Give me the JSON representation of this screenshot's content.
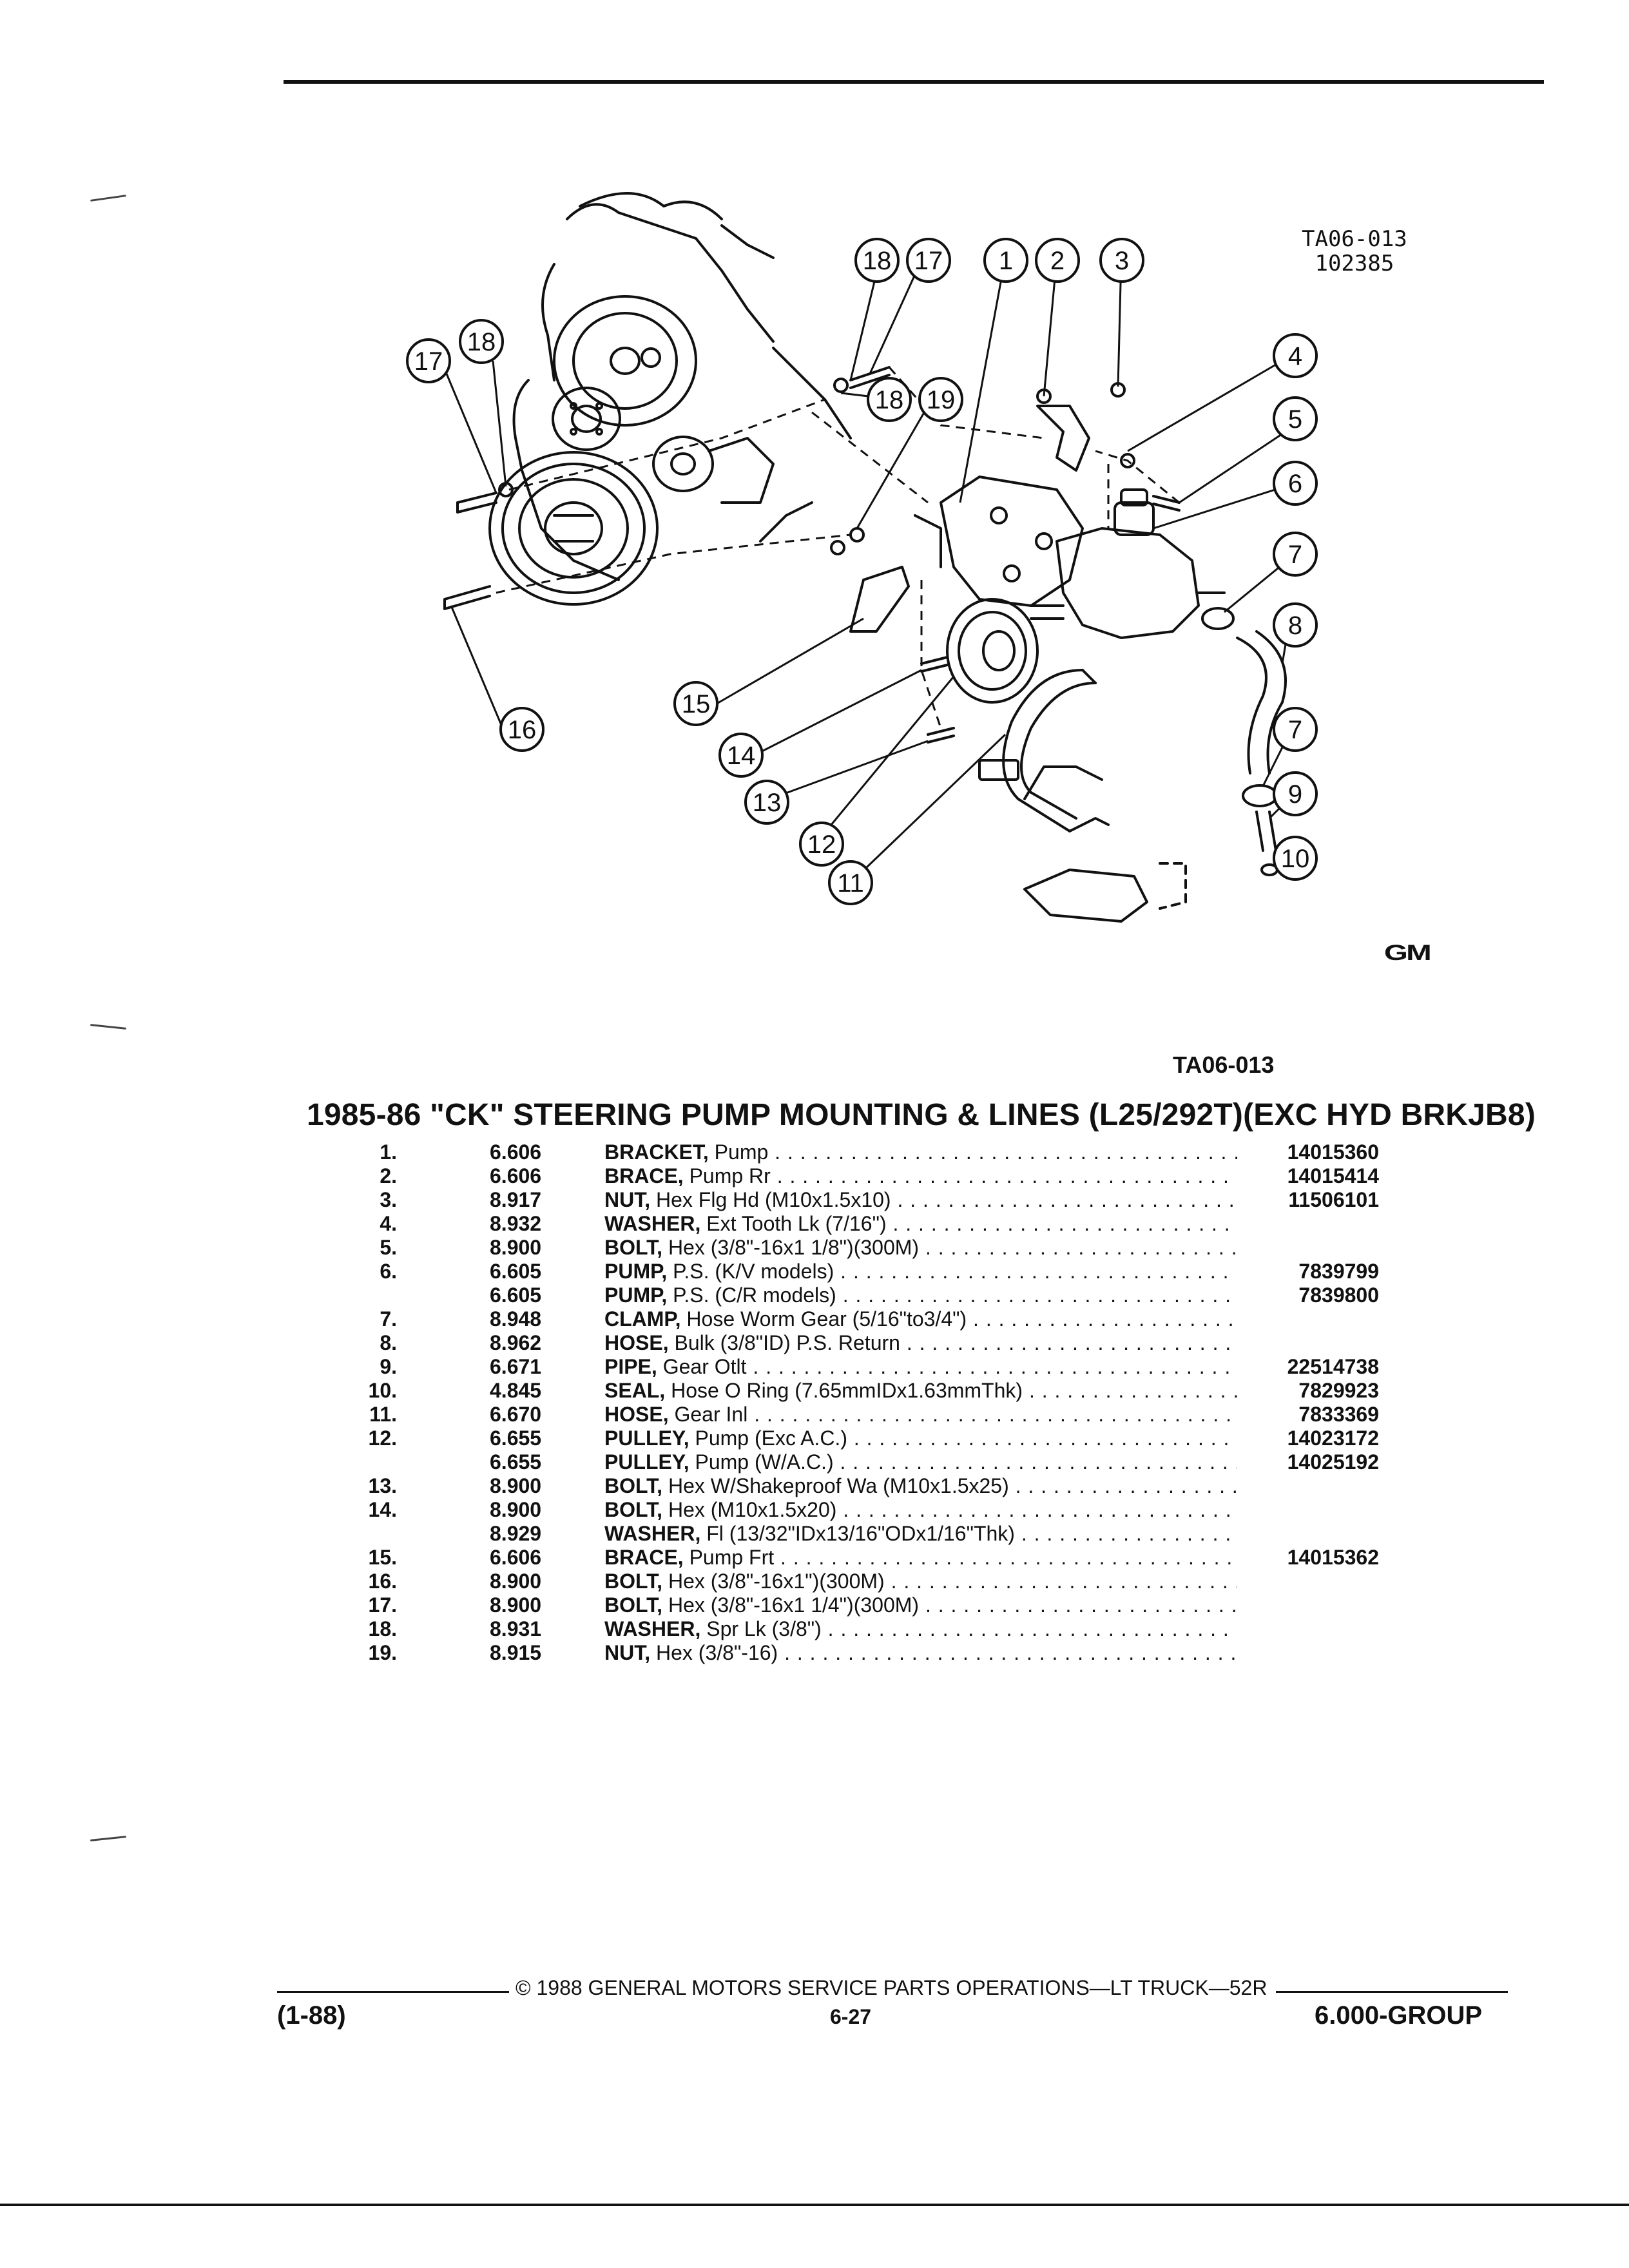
{
  "figure": {
    "code_top_line1": "TA06-013",
    "code_top_line2": "102385",
    "reference": "TA06-013",
    "logo": "GM",
    "callouts": [
      "18",
      "17",
      "1",
      "2",
      "3",
      "17",
      "18",
      "4",
      "5",
      "18",
      "19",
      "6",
      "7",
      "8",
      "16",
      "15",
      "14",
      "13",
      "12",
      "11",
      "7",
      "9",
      "10"
    ]
  },
  "title": "1985-86 \"CK\" STEERING PUMP MOUNTING & LINES (L25/292T)(EXC HYD BRKJB8)",
  "parts": [
    {
      "num": "1.",
      "code": "6.606",
      "name": "BRACKET,",
      "detail": " Pump",
      "part": "14015360"
    },
    {
      "num": "2.",
      "code": "6.606",
      "name": "BRACE,",
      "detail": " Pump Rr",
      "part": "14015414"
    },
    {
      "num": "3.",
      "code": "8.917",
      "name": "NUT,",
      "detail": " Hex Flg Hd (M10x1.5x10)",
      "part": "11506101"
    },
    {
      "num": "4.",
      "code": "8.932",
      "name": "WASHER,",
      "detail": " Ext Tooth Lk (7/16\")",
      "part": ""
    },
    {
      "num": "5.",
      "code": "8.900",
      "name": "BOLT,",
      "detail": " Hex (3/8\"-16x1 1/8\")(300M)",
      "part": ""
    },
    {
      "num": "6.",
      "code": "6.605",
      "name": "PUMP,",
      "detail": " P.S. (K/V models)",
      "part": "7839799"
    },
    {
      "num": "",
      "code": "6.605",
      "name": "PUMP,",
      "detail": " P.S. (C/R models)",
      "part": "7839800"
    },
    {
      "num": "7.",
      "code": "8.948",
      "name": "CLAMP,",
      "detail": " Hose Worm Gear (5/16\"to3/4\")",
      "part": ""
    },
    {
      "num": "8.",
      "code": "8.962",
      "name": "HOSE,",
      "detail": " Bulk (3/8\"ID) P.S. Return",
      "part": ""
    },
    {
      "num": "9.",
      "code": "6.671",
      "name": "PIPE,",
      "detail": " Gear Otlt",
      "part": "22514738"
    },
    {
      "num": "10.",
      "code": "4.845",
      "name": "SEAL,",
      "detail": " Hose O Ring (7.65mmIDx1.63mmThk)",
      "part": "7829923"
    },
    {
      "num": "11.",
      "code": "6.670",
      "name": "HOSE,",
      "detail": " Gear Inl",
      "part": "7833369"
    },
    {
      "num": "12.",
      "code": "6.655",
      "name": "PULLEY,",
      "detail": " Pump (Exc A.C.)",
      "part": "14023172"
    },
    {
      "num": "",
      "code": "6.655",
      "name": "PULLEY,",
      "detail": " Pump (W/A.C.)",
      "part": "14025192"
    },
    {
      "num": "13.",
      "code": "8.900",
      "name": "BOLT,",
      "detail": " Hex W/Shakeproof Wa (M10x1.5x25)",
      "part": ""
    },
    {
      "num": "14.",
      "code": "8.900",
      "name": "BOLT,",
      "detail": " Hex (M10x1.5x20)",
      "part": ""
    },
    {
      "num": "",
      "code": "8.929",
      "name": "WASHER,",
      "detail": " Fl (13/32\"IDx13/16\"ODx1/16\"Thk)",
      "part": ""
    },
    {
      "num": "15.",
      "code": "6.606",
      "name": "BRACE,",
      "detail": " Pump Frt",
      "part": "14015362"
    },
    {
      "num": "16.",
      "code": "8.900",
      "name": "BOLT,",
      "detail": " Hex (3/8\"-16x1\")(300M)",
      "part": ""
    },
    {
      "num": "17.",
      "code": "8.900",
      "name": "BOLT,",
      "detail": " Hex (3/8\"-16x1 1/4\")(300M)",
      "part": ""
    },
    {
      "num": "18.",
      "code": "8.931",
      "name": "WASHER,",
      "detail": " Spr Lk (3/8\")",
      "part": ""
    },
    {
      "num": "19.",
      "code": "8.915",
      "name": "NUT,",
      "detail": " Hex (3/8\"-16)",
      "part": ""
    }
  ],
  "footer": {
    "copyright": "© 1988 GENERAL MOTORS SERVICE PARTS OPERATIONS—LT TRUCK—52R",
    "date": "(1-88)",
    "page": "6-27",
    "group": "6.000-GROUP"
  }
}
